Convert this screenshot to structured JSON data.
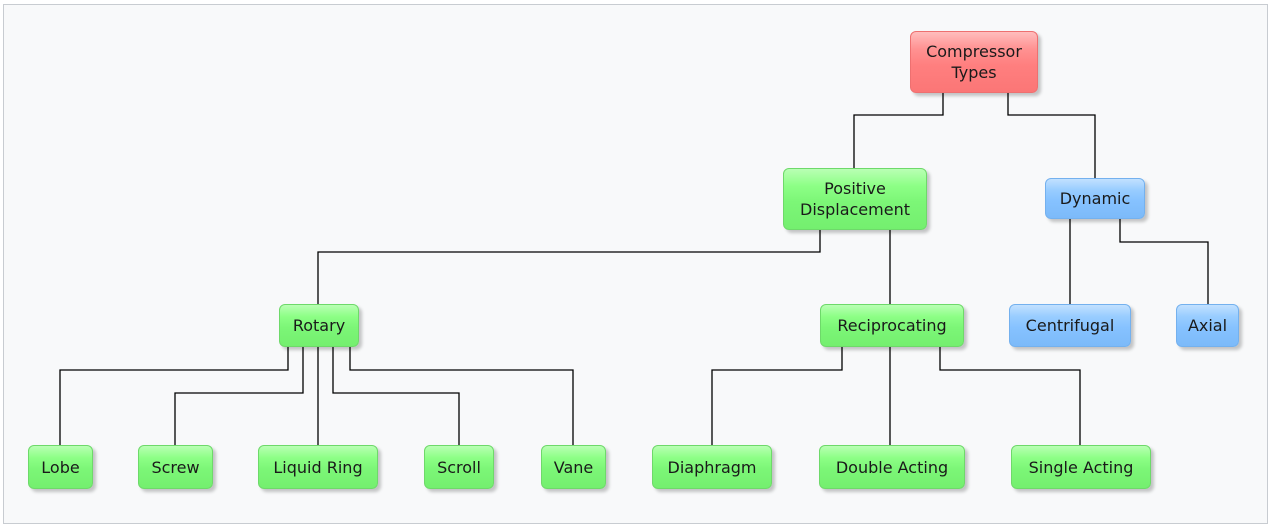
{
  "diagram": {
    "root": "Compressor\nTypes",
    "positive_displacement": "Positive\nDisplacement",
    "dynamic": "Dynamic",
    "rotary": "Rotary",
    "reciprocating": "Reciprocating",
    "centrifugal": "Centrifugal",
    "axial": "Axial",
    "lobe": "Lobe",
    "screw": "Screw",
    "liquid_ring": "Liquid Ring",
    "scroll": "Scroll",
    "vane": "Vane",
    "diaphragm": "Diaphragm",
    "double_acting": "Double Acting",
    "single_acting": "Single Acting"
  },
  "colors": {
    "root": "#ff7f7f",
    "positive_displacement_branch": "#80ff80",
    "dynamic_branch": "#80bfff",
    "connector": "#000000"
  }
}
